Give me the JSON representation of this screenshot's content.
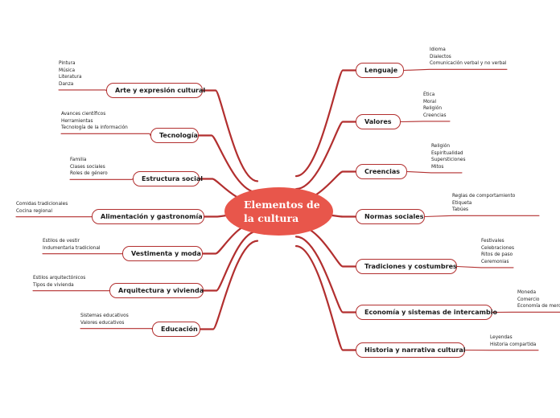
{
  "center": {
    "title": "Elementos de la cultura"
  },
  "colors": {
    "center_fill": "#e8564b",
    "edge": "#b22f2f"
  },
  "left": [
    {
      "label": "Arte y expresión cultural",
      "items": [
        "Pintura",
        "Música",
        "Literatura",
        "Danza"
      ]
    },
    {
      "label": "Tecnología",
      "items": [
        "Avances científicos",
        "Herramientas",
        "Tecnología de la información"
      ]
    },
    {
      "label": "Estructura social",
      "items": [
        "Familia",
        "Clases sociales",
        "Roles de género"
      ]
    },
    {
      "label": "Alimentación y gastronomía",
      "items": [
        "Comidas tradicionales",
        "Cocina regional"
      ]
    },
    {
      "label": "Vestimenta y moda",
      "items": [
        "Estilos de vestir",
        "Indumentaria tradicional"
      ]
    },
    {
      "label": "Arquitectura y vivienda",
      "items": [
        "Estilos arquitectónicos",
        "Tipos de vivienda"
      ]
    },
    {
      "label": "Educación",
      "items": [
        "Sistemas educativos",
        "Valores educativos"
      ]
    }
  ],
  "right": [
    {
      "label": "Lenguaje",
      "items": [
        "Idioma",
        "Dialectos",
        "Comunicación verbal y no verbal"
      ]
    },
    {
      "label": "Valores",
      "items": [
        "Ética",
        "Moral",
        "Religión",
        "Creencias"
      ]
    },
    {
      "label": "Creencias",
      "items": [
        "Religión",
        "Espiritualidad",
        "Supersticiones",
        "Mitos"
      ]
    },
    {
      "label": "Normas sociales",
      "items": [
        "Reglas de comportamiento",
        "Etiqueta",
        "Tabúes"
      ]
    },
    {
      "label": "Tradiciones y costumbres",
      "items": [
        "Festivales",
        "Celebraciones",
        "Ritos de paso",
        "Ceremonias"
      ]
    },
    {
      "label": "Economía y sistemas de intercambio",
      "items": [
        "Moneda",
        "Comercio",
        "Economía de mercado"
      ]
    },
    {
      "label": "Historia y narrativa cultural",
      "items": [
        "Leyendas",
        "Historia compartida"
      ]
    }
  ]
}
